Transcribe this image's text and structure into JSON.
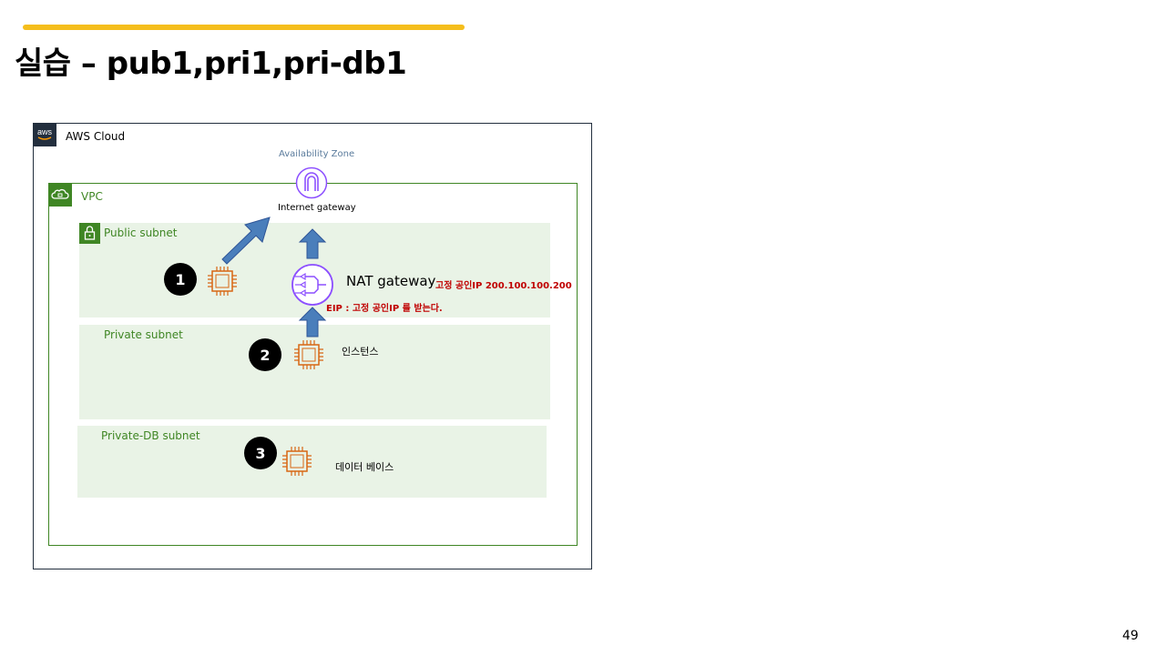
{
  "slide": {
    "title": "실습 – pub1,pri1,pri-db1",
    "page_number": "49",
    "accent_color": "#F5BE1C"
  },
  "diagram": {
    "aws_cloud_label": "AWS Cloud",
    "availability_zone_label": "Availability Zone",
    "vpc_label": "VPC",
    "internet_gateway_label": "Internet gateway",
    "subnets": {
      "public": "Public subnet",
      "private": "Private subnet",
      "private_db": "Private-DB subnet"
    },
    "nat_gateway_label": "NAT gateway",
    "static_ip_note": "고정 공인IP 200.100.100.200",
    "eip_note": "EIP : 고정 공인IP 를 받는다.",
    "instance_label": "인스턴스",
    "database_label": "데이터 베이스",
    "badges": [
      "1",
      "2",
      "3"
    ],
    "icons": [
      "aws-logo-icon",
      "vpc-cloud-icon",
      "lock-icon",
      "internet-gateway-icon",
      "nat-gateway-icon",
      "ec2-instance-icon"
    ],
    "colors": {
      "aws_dark": "#232F3E",
      "vpc_green": "#3F8624",
      "subnet_fill": "#E9F3E6",
      "ec2_orange": "#D86613",
      "network_purple": "#8C4FFF",
      "arrow_blue": "#4A7EBB",
      "note_red": "#C00000"
    }
  }
}
